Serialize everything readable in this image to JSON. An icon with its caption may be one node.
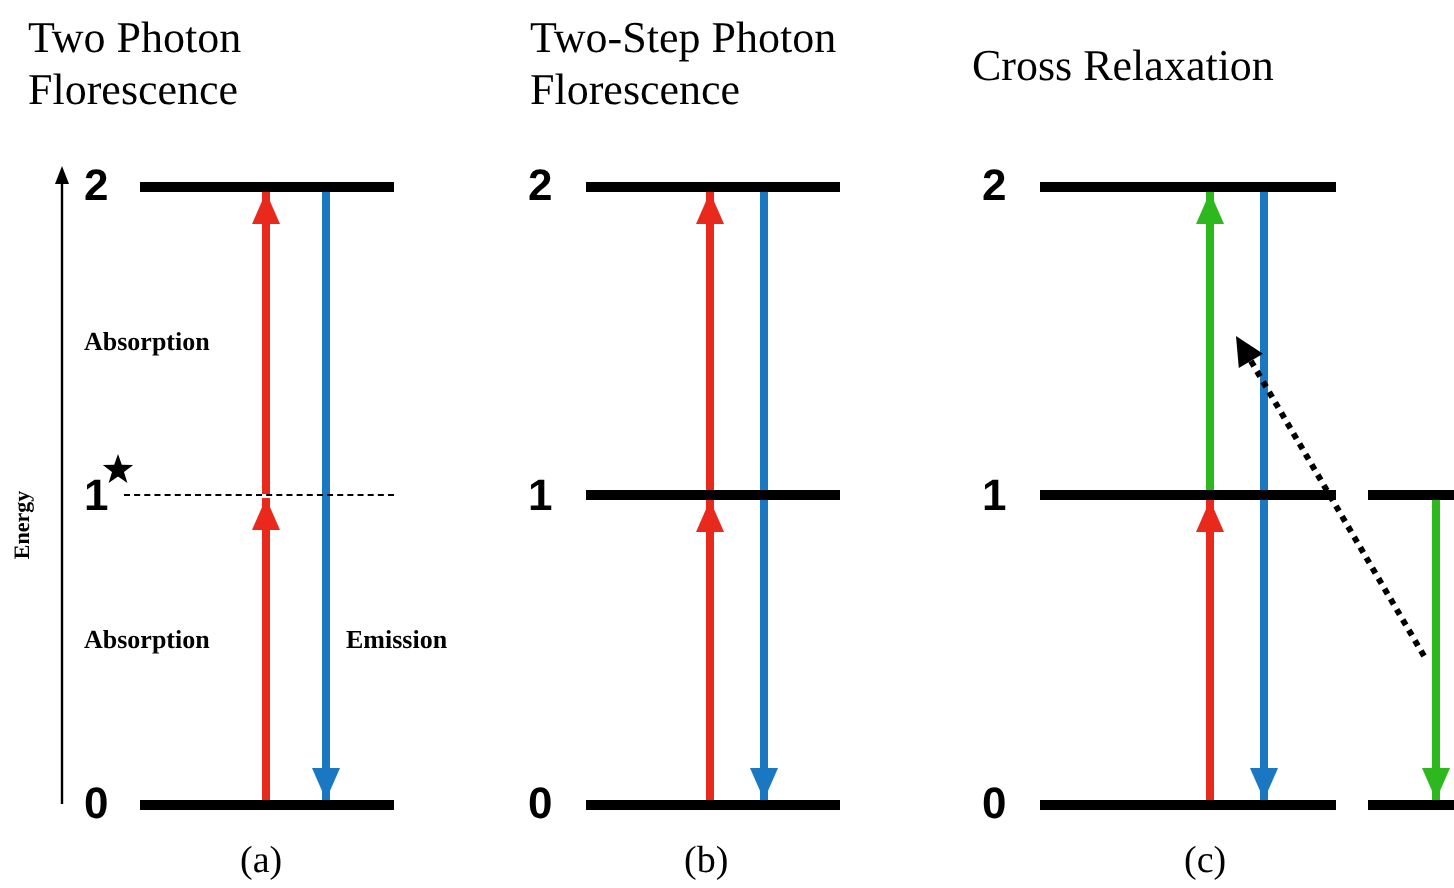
{
  "diagram": {
    "nodes": [
      {
        "text": [],
        "shape": "bar",
        "beside": [
          "2"
        ]
      },
      {
        "text": [],
        "shape": "bar",
        "beside": [
          "1"
        ]
      },
      {
        "text": [],
        "shape": "bar",
        "beside": [
          "0"
        ]
      },
      {
        "text": [],
        "shape": "bar",
        "beside": [
          "2"
        ]
      },
      {
        "text": [],
        "shape": "bar",
        "beside": [
          "1"
        ]
      },
      {
        "text": [],
        "shape": "bar",
        "beside": [
          "0"
        ]
      },
      {
        "text": [],
        "shape": "bar",
        "beside": [
          "2"
        ]
      },
      {
        "text": [],
        "shape": "bar",
        "beside": [
          "1"
        ]
      },
      {
        "text": [],
        "shape": "bar",
        "beside": [
          "0"
        ]
      },
      {
        "text": [],
        "shape": "bar"
      },
      {
        "text": [],
        "shape": "bar"
      }
    ],
    "edges": [
      {
        "from": 2,
        "to": 1,
        "arrow": "to"
      },
      {
        "from": 1,
        "to": 0,
        "arrow": "to"
      },
      {
        "from": 0,
        "to": 2,
        "arrow": "to",
        "color": "#1a78c2"
      },
      {
        "from": 5,
        "to": 4,
        "arrow": "to"
      },
      {
        "from": 4,
        "to": 3,
        "arrow": "to"
      },
      {
        "from": 3,
        "to": 5,
        "arrow": "to",
        "color": "#1a78c2"
      },
      {
        "from": 8,
        "to": 7,
        "arrow": "to"
      },
      {
        "from": 7,
        "to": 6,
        "arrow": "to",
        "color": "#2db81e"
      },
      {
        "from": 6,
        "to": 8,
        "arrow": "to",
        "color": "#1a78c2"
      },
      {
        "from": 9,
        "to": 10,
        "arrow": "to",
        "color": "#2db81e"
      }
    ],
    "labels": [
      "Two Photon Florescence",
      "Two-Step Photon Florescence",
      "Cross Relaxation",
      "Absorption",
      "Absorption",
      "Emission",
      "Energy",
      "(a)",
      "(b)",
      "(c)"
    ]
  }
}
